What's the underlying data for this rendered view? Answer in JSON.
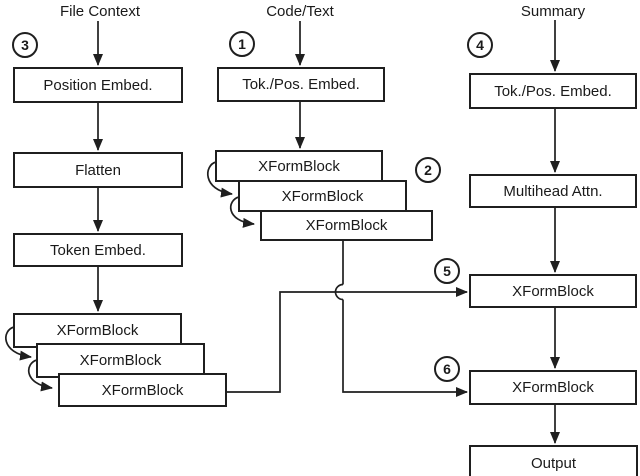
{
  "figure": {
    "colors": {
      "line": "#1f1f1f",
      "box_fill": "#ffffff",
      "background": "#ffffff"
    },
    "columns": [
      {
        "heading": "File Context",
        "badge": "3",
        "boxes": [
          {
            "label": "Position Embed."
          },
          {
            "label": "Flatten"
          },
          {
            "label": "Token Embed."
          }
        ],
        "stack": [
          {
            "label": "XFormBlock"
          },
          {
            "label": "XFormBlock"
          },
          {
            "label": "XFormBlock"
          }
        ]
      },
      {
        "heading": "Code/Text",
        "badge": "1",
        "stack_badge": "2",
        "boxes": [
          {
            "label": "Tok./Pos. Embed."
          }
        ],
        "stack": [
          {
            "label": "XFormBlock"
          },
          {
            "label": "XFormBlock"
          },
          {
            "label": "XFormBlock"
          }
        ]
      },
      {
        "heading": "Summary",
        "badge": "4",
        "boxes": [
          {
            "label": "Tok./Pos. Embed."
          },
          {
            "label": "Multihead Attn."
          }
        ],
        "fusion_blocks": [
          {
            "badge": "5",
            "label": "XFormBlock"
          },
          {
            "badge": "6",
            "label": "XFormBlock"
          }
        ],
        "output": {
          "label": "Output"
        }
      }
    ]
  }
}
